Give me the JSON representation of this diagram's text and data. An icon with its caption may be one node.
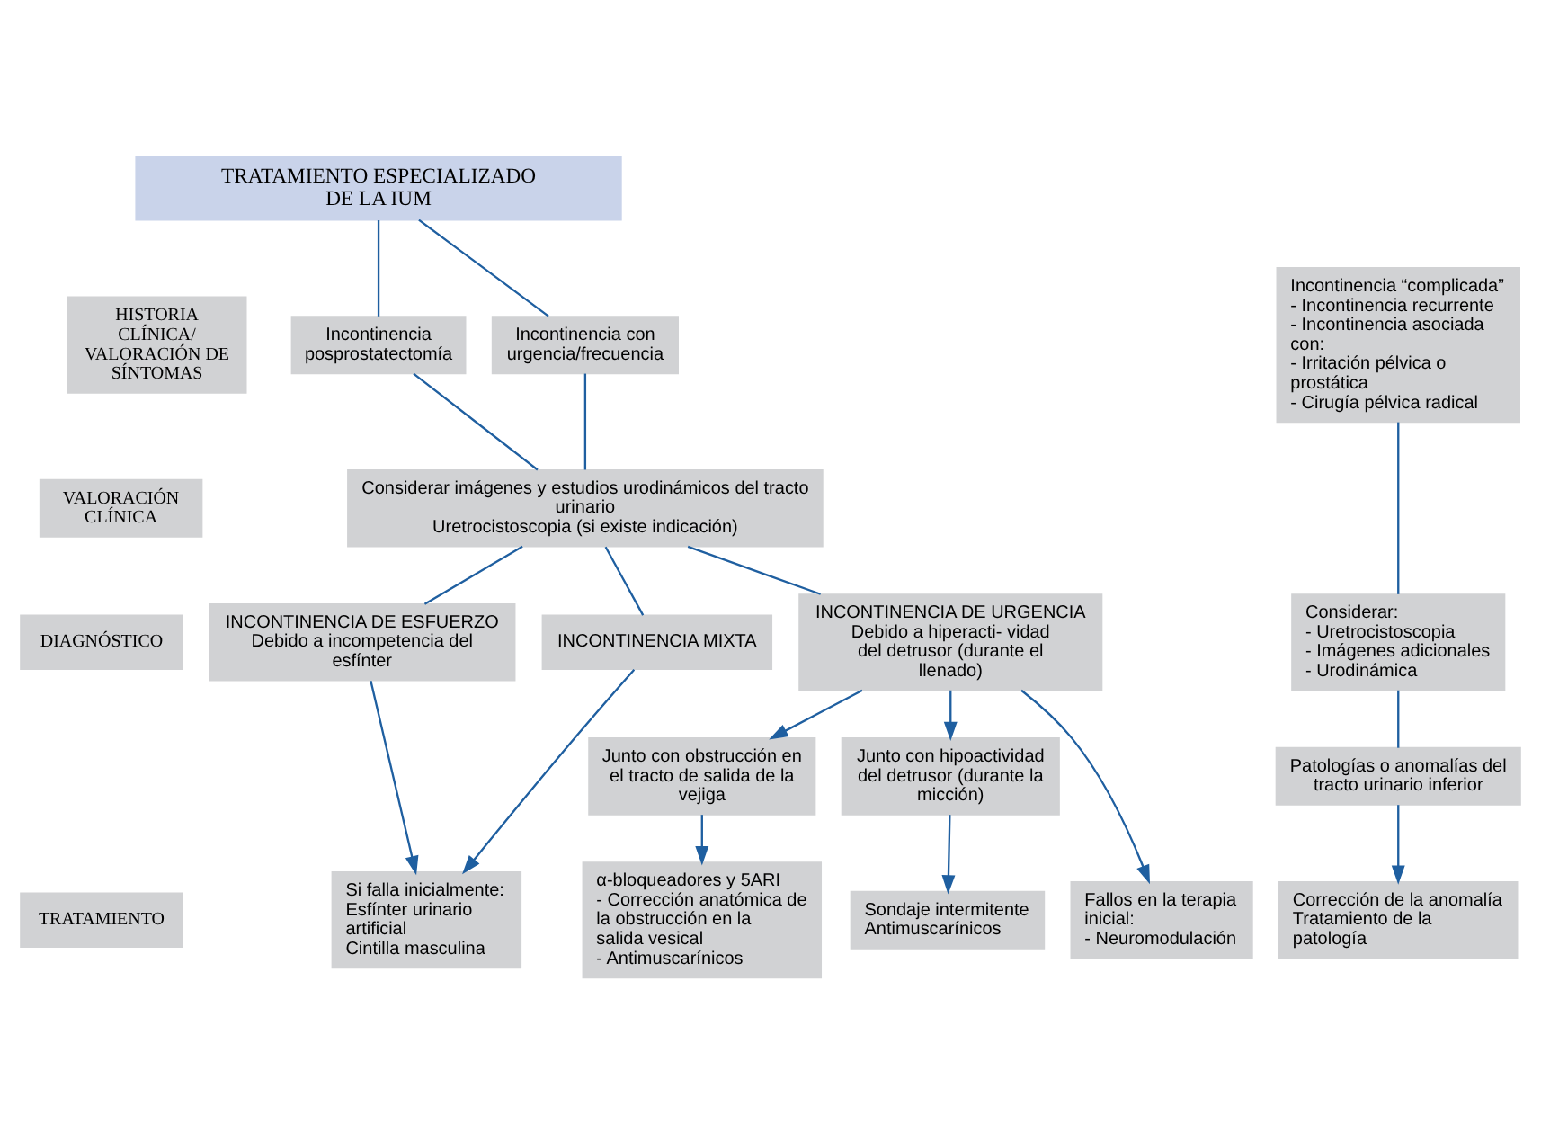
{
  "diagram": {
    "nodes": [
      {
        "text": [
          "TRATAMIENTO ESPECIALIZADO DE LA IUM"
        ]
      },
      {
        "text": [
          "HISTORIA CLÍNICA/ VALORACIÓN DE SÍNTOMAS"
        ]
      },
      {
        "text": [
          "Incontinencia posprostatectomía"
        ]
      },
      {
        "text": [
          "Incontinencia con urgencia/frecuencia"
        ]
      },
      {
        "text": [
          "Incontinencia “complicada”",
          "- Incontinencia recurrente",
          "- Incontinencia asociada con:",
          "- Irritación pélvica o prostática",
          "- Cirugía pélvica radical"
        ]
      },
      {
        "text": [
          "VALORACIÓN CLÍNICA"
        ]
      },
      {
        "text": [
          "Considerar imágenes y estudios urodinámicos del tracto urinario",
          "Uretrocistoscopia (si existe indicación)"
        ]
      },
      {
        "text": [
          "DIAGNÓSTICO"
        ]
      },
      {
        "text": [
          "INCONTINENCIA DE ESFUERZO",
          "Debido a incompetencia del esfínter"
        ]
      },
      {
        "text": [
          "INCONTINENCIA MIXTA"
        ]
      },
      {
        "text": [
          "INCONTINENCIA DE URGENCIA",
          "Debido a hiperacti- vidad del detrusor (durante el llenado)"
        ]
      },
      {
        "text": [
          "Considerar:",
          "- Uretrocistoscopia",
          "- Imágenes adicionales",
          "- Urodinámica"
        ]
      },
      {
        "text": [
          "Junto con obstrucción en el tracto de salida de la vejiga"
        ]
      },
      {
        "text": [
          "Junto con hipoactividad del detrusor (durante la micción)"
        ]
      },
      {
        "text": [
          "Patologías o anomalías del tracto urinario inferior"
        ]
      },
      {
        "text": [
          "TRATAMIENTO"
        ]
      },
      {
        "text": [
          "Si falla inicialmente:",
          "Esfínter urinario artificial",
          "Cintilla masculina"
        ]
      },
      {
        "text": [
          "α-bloqueadores y 5ARI",
          "- Corrección anatómica de la obstrucción en la salida vesical",
          "- Antimuscarínicos"
        ]
      },
      {
        "text": [
          "Fallos en la terapia inicial:",
          "- Neuromodulación"
        ]
      },
      {
        "text": [
          "Sondaje intermitente",
          "Antimuscarínicos"
        ]
      },
      {
        "text": [
          "Corrección de la anomalía",
          "Tratamiento de la patología"
        ]
      }
    ],
    "edges": [
      {
        "from": 0,
        "to": 2,
        "arrow": "none"
      },
      {
        "from": 0,
        "to": 3,
        "arrow": "none"
      },
      {
        "from": 2,
        "to": 6,
        "arrow": "none"
      },
      {
        "from": 3,
        "to": 6,
        "arrow": "none"
      },
      {
        "from": 6,
        "to": 8,
        "arrow": "none"
      },
      {
        "from": 6,
        "to": 9,
        "arrow": "none"
      },
      {
        "from": 6,
        "to": 10,
        "arrow": "none"
      },
      {
        "from": 4,
        "to": 11,
        "arrow": "none"
      },
      {
        "from": 8,
        "to": 16,
        "arrow": "to"
      },
      {
        "from": 9,
        "to": 16,
        "arrow": "to"
      },
      {
        "from": 10,
        "to": 12,
        "arrow": "to"
      },
      {
        "from": 10,
        "to": 18,
        "arrow": "to"
      },
      {
        "from": 10,
        "to": 13,
        "arrow": "to"
      },
      {
        "from": 11,
        "to": 14,
        "arrow": "none"
      },
      {
        "from": 12,
        "to": 17,
        "arrow": "to"
      },
      {
        "from": 13,
        "to": 19,
        "arrow": "to"
      },
      {
        "from": 14,
        "to": 20,
        "arrow": "to"
      }
    ]
  }
}
